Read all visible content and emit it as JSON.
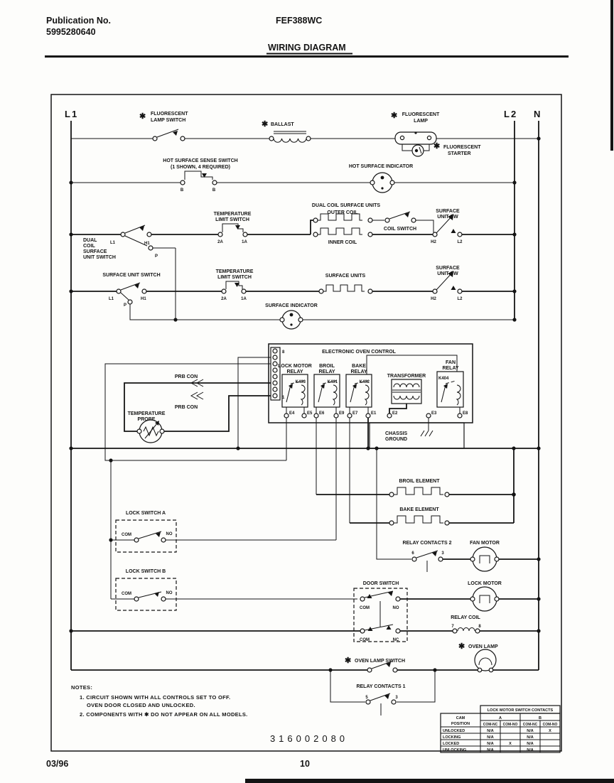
{
  "header": {
    "publication_label": "Publication No.",
    "publication_number": "5995280640",
    "model": "FEF388WC",
    "title": "WIRING DIAGRAM"
  },
  "footer": {
    "date": "03/96",
    "page": "10"
  },
  "part_number": "316002080",
  "symbols": {
    "asterisk": "✱"
  },
  "buses": {
    "l1": "L1",
    "l2": "L2",
    "n": "N"
  },
  "labels": {
    "fluorescent_lamp_switch": [
      "FLUORESCENT",
      "LAMP SWITCH"
    ],
    "ballast": "BALLAST",
    "fluorescent_lamp": [
      "FLUORESCENT",
      "LAMP"
    ],
    "fluorescent_starter": [
      "FLUORESCENT",
      "STARTER"
    ],
    "hot_surface_sense_switch": [
      "HOT SURFACE SENSE SWITCH",
      "(1 SHOWN, 4 REQUIRED)"
    ],
    "hot_surface_indicator": "HOT SURFACE INDICATOR",
    "dual_coil_surface_unit_switch": [
      "DUAL",
      "COIL",
      "SURFACE",
      "UNIT SWITCH"
    ],
    "temperature_limit_switch": [
      "TEMPERATURE",
      "LIMIT SWITCH"
    ],
    "dual_coil_surface_units": "DUAL COIL SURFACE UNITS",
    "outer_coil": "OUTER COIL",
    "inner_coil": "INNER COIL",
    "coil_switch": "COIL SWITCH",
    "surface_unit_sw": [
      "SURFACE",
      "UNIT SW"
    ],
    "surface_unit_switch": "SURFACE UNIT SWITCH",
    "surface_units": "SURFACE UNITS",
    "surface_indicator": "SURFACE INDICATOR",
    "electronic_oven_control": "ELECTRONIC OVEN CONTROL",
    "lock_motor_relay": [
      "LOCK MOTOR",
      "RELAY"
    ],
    "broil_relay": [
      "BROIL",
      "RELAY"
    ],
    "bake_relay": [
      "BAKE",
      "RELAY"
    ],
    "fan_relay": [
      "FAN",
      "RELAY"
    ],
    "transformer": "TRANSFORMER",
    "chassis_ground": [
      "CHASSIS",
      "GROUND"
    ],
    "prb_con": "PRB CON",
    "temperature_probe": [
      "TEMPERATURE",
      "PROBE"
    ],
    "lock_switch_a": "LOCK SWITCH A",
    "lock_switch_b": "LOCK SWITCH B",
    "broil_element": "BROIL ELEMENT",
    "bake_element": "BAKE ELEMENT",
    "relay_contacts_2": "RELAY CONTACTS 2",
    "fan_motor": "FAN MOTOR",
    "door_switch": "DOOR SWITCH",
    "lock_motor": "LOCK MOTOR",
    "relay_coil": "RELAY COIL",
    "oven_lamp": "OVEN LAMP",
    "oven_lamp_switch": "OVEN LAMP SWITCH",
    "relay_contacts_1": "RELAY CONTACTS 1"
  },
  "relay_ids": {
    "lock_motor": "K403",
    "broil": "K401",
    "bake": "K402",
    "fan": "K404"
  },
  "terminals": {
    "b": "B",
    "l1": "L1",
    "h1": "H1",
    "p": "P",
    "t2a": "2A",
    "t1a": "1A",
    "h2": "H2",
    "l2": "L2",
    "pin8": "8",
    "pin1": "1",
    "e1": "E1",
    "e2": "E2",
    "e3": "E3",
    "e4": "E4",
    "e5": "E5",
    "e6": "E6",
    "e7": "E7",
    "e8": "E8",
    "e9": "E9",
    "com": "COM",
    "no": "NO",
    "nc": "NC",
    "rc1_5": "5",
    "rc1_3": "3",
    "rc2_6": "6",
    "rc2_3": "3",
    "coil_7": "7",
    "coil_8": "8"
  },
  "notes": {
    "title": "NOTES:",
    "lines": [
      "1. CIRCUIT SHOWN WITH ALL CONTROLS SET TO OFF.",
      "OVEN DOOR CLOSED AND UNLOCKED.",
      "2. COMPONENTS WITH ✱ DO NOT APPEAR ON ALL MODELS."
    ]
  },
  "table": {
    "title": "LOCK MOTOR SWITCH CONTACTS",
    "cam_position": [
      "CAM",
      "POSITION"
    ],
    "groups": [
      "A",
      "B"
    ],
    "col_headers": [
      "COM-NC",
      "COM-NO",
      "COM-NC",
      "COM-NO"
    ],
    "rows": [
      {
        "label": "UNLOCKED",
        "cells": [
          "N/A",
          "",
          "N/A",
          "X"
        ]
      },
      {
        "label": "LOCKING",
        "cells": [
          "N/A",
          "",
          "N/A",
          ""
        ]
      },
      {
        "label": "LOCKED",
        "cells": [
          "N/A",
          "X",
          "N/A",
          ""
        ]
      },
      {
        "label": "UNLOCKING",
        "cells": [
          "N/A",
          "",
          "N/A",
          ""
        ]
      }
    ]
  }
}
